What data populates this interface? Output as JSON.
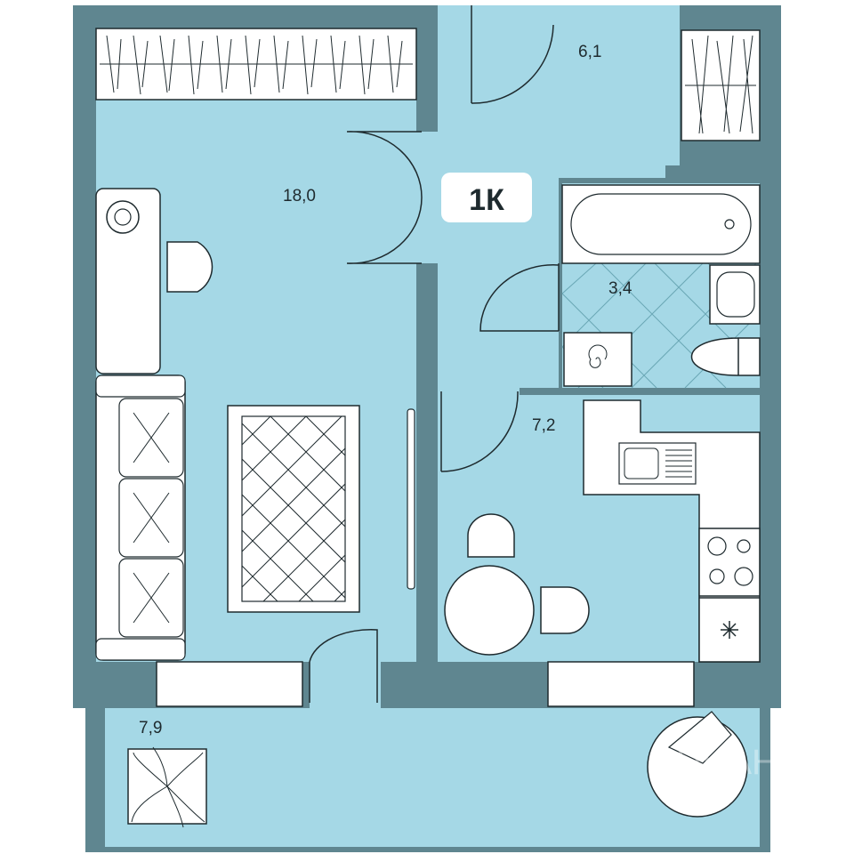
{
  "colors": {
    "wall": "#5f8690",
    "floor": "#a5d8e6",
    "furniture": "#ffffff",
    "line": "#1e2a2e"
  },
  "badge": {
    "text": "1К"
  },
  "rooms": [
    {
      "id": "living-room",
      "area": "18,0"
    },
    {
      "id": "hallway",
      "area": "6,1"
    },
    {
      "id": "bathroom",
      "area": "3,4"
    },
    {
      "id": "kitchen",
      "area": "7,2"
    },
    {
      "id": "balcony",
      "area": "7,9"
    }
  ]
}
